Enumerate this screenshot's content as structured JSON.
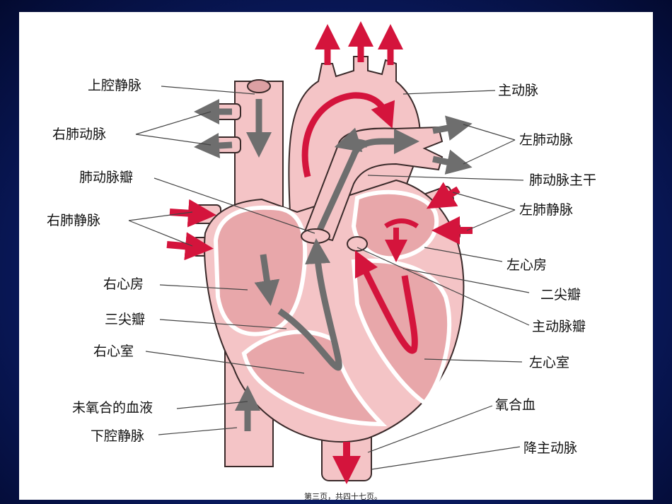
{
  "diagram": {
    "labels": {
      "superior_vena_cava": "上腔静脉",
      "right_pulmonary_artery": "右肺动脉",
      "pulmonary_valve": "肺动脉瓣",
      "right_pulmonary_vein": "右肺静脉",
      "right_atrium": "右心房",
      "tricuspid_valve": "三尖瓣",
      "right_ventricle": "右心室",
      "deoxygenated_blood": "未氧合的血液",
      "inferior_vena_cava": "下腔静脉",
      "aorta": "主动脉",
      "left_pulmonary_artery": "左肺动脉",
      "pulmonary_trunk": "肺动脉主干",
      "left_pulmonary_vein": "左肺静脉",
      "left_atrium": "左心房",
      "mitral_valve": "二尖瓣",
      "aortic_valve": "主动脉瓣",
      "left_ventricle": "左心室",
      "oxygenated_blood": "氧合血",
      "descending_aorta": "降主动脉"
    },
    "colors": {
      "tissue": "#f4c4c6",
      "chamber": "#e8a7aa",
      "outline": "#3a2a2a",
      "oxygenated_arrow": "#d4143c",
      "deoxygenated_arrow": "#6e6e6e"
    }
  },
  "footer": {
    "page_text": "第三页，共四十七页。"
  }
}
